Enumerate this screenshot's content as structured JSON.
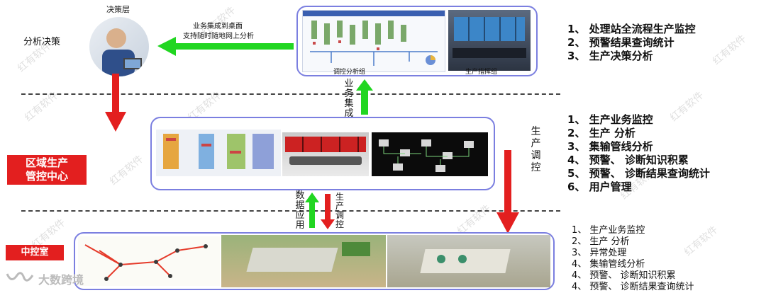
{
  "top": {
    "decision_layer": "决策层",
    "analysis_decision": "分析决策",
    "integration_caption": [
      "业务集成到桌面",
      "支持随时随地网上分析"
    ],
    "panel_left_caption": "调控分析组",
    "panel_right_caption": "生产指挥组",
    "list": [
      "1、 处理站全流程生产监控",
      "2、 预警结果查询统计",
      "3、 生产决策分析"
    ]
  },
  "mid": {
    "region_center": [
      "区域生产",
      "管控中心"
    ],
    "upward_label": "业务集成",
    "side_label": "生产调控",
    "list": [
      "1、 生产业务监控",
      "2、 生产 分析",
      "3、 集输管线分析",
      "4、 预警、 诊断知识积累",
      "5、 预警、 诊断结果查询统计",
      "6、 用户管理"
    ]
  },
  "bottom": {
    "control_room": "中控室",
    "data_label": "数据应用",
    "prod_label": "生产调控",
    "list": [
      "1、 生产业务监控",
      "2、 生产 分析",
      "3、 异常处理",
      "4、 集输管线分析",
      "4、 预警、 诊断知识积累",
      "4、 预警、 诊断结果查询统计"
    ]
  },
  "watermark": "红有软件",
  "logo_text": "大数跨境",
  "colors": {
    "green": "#21d621",
    "red": "#e31f1f",
    "frame": "#7b7fe0"
  }
}
